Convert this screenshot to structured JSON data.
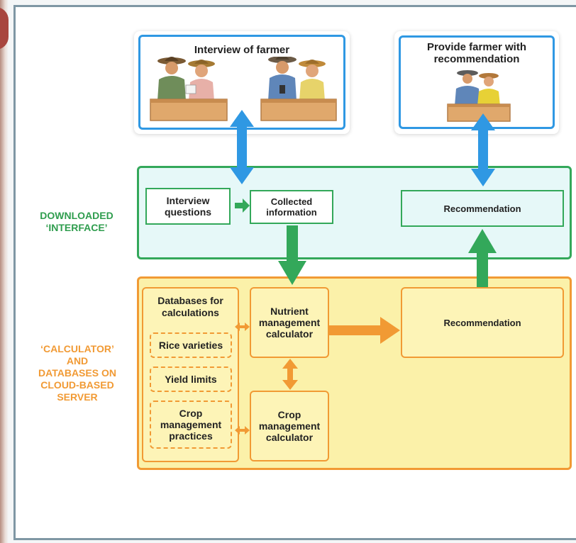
{
  "top": {
    "interview_title": "Interview of farmer",
    "recommend_title": "Provide farmer with recommendation"
  },
  "interface_band": {
    "side_label_line1": "DOWNLOADED",
    "side_label_line2": "‘INTERFACE’",
    "interview_questions": "Interview questions",
    "collected_information": "Collected information",
    "recommendation": "Recommendation"
  },
  "server_band": {
    "side_label_lines": [
      "‘CALCULATOR’",
      "AND",
      "DATABASES ON",
      "CLOUD-BASED",
      "SERVER"
    ],
    "databases_title": "Databases for calculations",
    "rice_varieties": "Rice varieties",
    "yield_limits": "Yield limits",
    "crop_management_practices": "Crop management practices",
    "nutrient_calculator": "Nutrient management calculator",
    "crop_calculator": "Crop management calculator",
    "recommendation": "Recommendation"
  },
  "colors": {
    "blue_arrow": "#2f98e3",
    "green": "#33a85a",
    "orange": "#f19a34",
    "interface_fill": "#e6f8f8",
    "server_fill": "#fbf1a9"
  }
}
